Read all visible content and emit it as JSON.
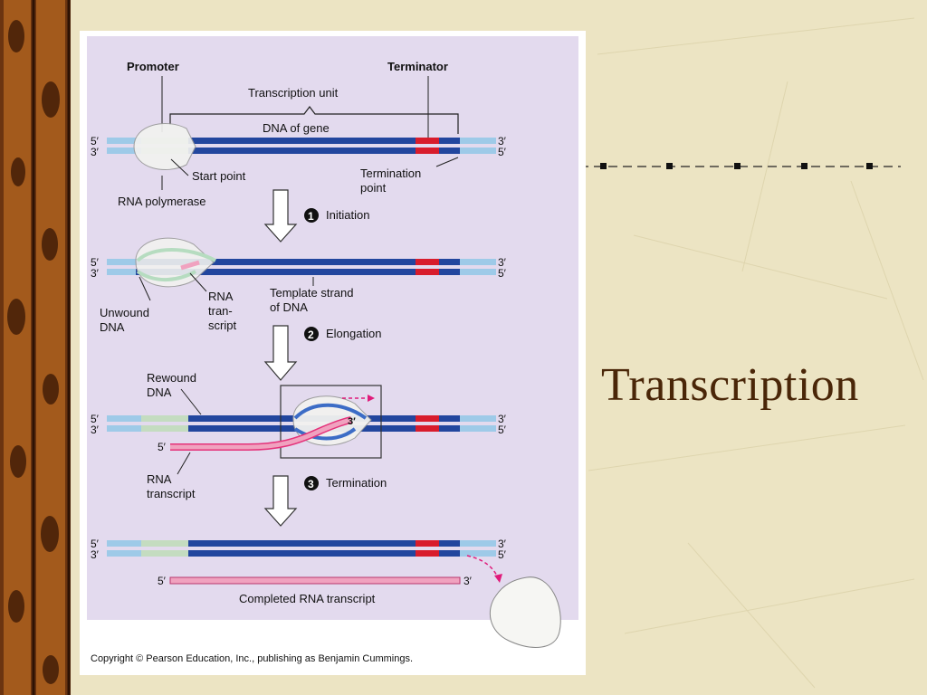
{
  "slide": {
    "title": "Transcription",
    "copyright": "Copyright © Pearson Education, Inc., publishing as Benjamin Cummings."
  },
  "figure": {
    "top_labels": {
      "promoter": "Promoter",
      "terminator": "Terminator",
      "transcription_unit": "Transcription unit",
      "dna_of_gene": "DNA of gene"
    },
    "ends": {
      "five": "5′",
      "three": "3′"
    },
    "stage1": {
      "start_point": "Start point",
      "termination_point": "Termination point",
      "rna_polymerase": "RNA polymerase"
    },
    "steps": [
      {
        "number": "1",
        "label": "Initiation"
      },
      {
        "number": "2",
        "label": "Elongation"
      },
      {
        "number": "3",
        "label": "Termination"
      }
    ],
    "stage2": {
      "unwound_dna": "Unwound DNA",
      "rna_transcript": "RNA tran- script",
      "template_strand": "Template strand of DNA"
    },
    "stage3": {
      "rewound_dna": "Rewound DNA",
      "rna_transcript": "RNA transcript"
    },
    "stage4": {
      "completed": "Completed RNA transcript"
    },
    "colors": {
      "panel": "#e3daee",
      "dna_dark": "#22469e",
      "dna_light": "#9ecae8",
      "promoter": "#c4dcc0",
      "terminator": "#d81c2c",
      "rna": "#f0a2bf",
      "rna_dark": "#e4327a",
      "arrow_pink": "#e01a7a"
    }
  }
}
